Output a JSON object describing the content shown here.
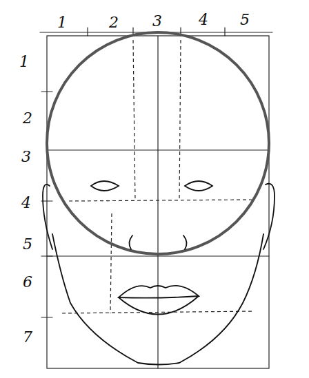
{
  "diagram": {
    "labels": [
      "1",
      "2",
      "3",
      "4",
      "5",
      "1",
      "2",
      "3",
      "4",
      "5",
      "6",
      "7"
    ]
  }
}
